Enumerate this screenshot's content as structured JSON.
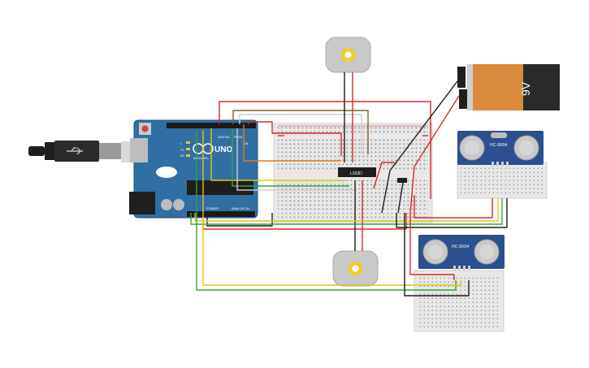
{
  "arduino": {
    "brand": "ARDUINO",
    "model": "UNO",
    "digital_label": "DIGITAL",
    "pwm_label": "PWM~",
    "power_label": "POWER",
    "analog_label": "ANALOG IN",
    "tx_label": "TX",
    "rx_label": "RX",
    "l_label": "L",
    "on_label": "ON"
  },
  "driver_chip": {
    "label": "L293D"
  },
  "battery": {
    "label": "9V"
  },
  "sensors": [
    {
      "label": "HC-SR04"
    },
    {
      "label": "HC-SR04"
    }
  ],
  "colors": {
    "arduino_board": "#2f6fa3",
    "breadboard": "#e8e8e8",
    "wire_red": "#d42a2a",
    "wire_black": "#1b1b1b",
    "wire_yellow": "#e3c41a",
    "wire_green": "#3aa23a",
    "wire_orange": "#e07a1a",
    "wire_brown": "#8a5a2b",
    "wire_white": "#cfcfcf",
    "sensor_board": "#2b4f8f",
    "battery_body": "#d98a3a",
    "battery_top": "#2a2a2a",
    "motor": "#c9c9c9",
    "motor_shaft": "#f0c93a"
  }
}
